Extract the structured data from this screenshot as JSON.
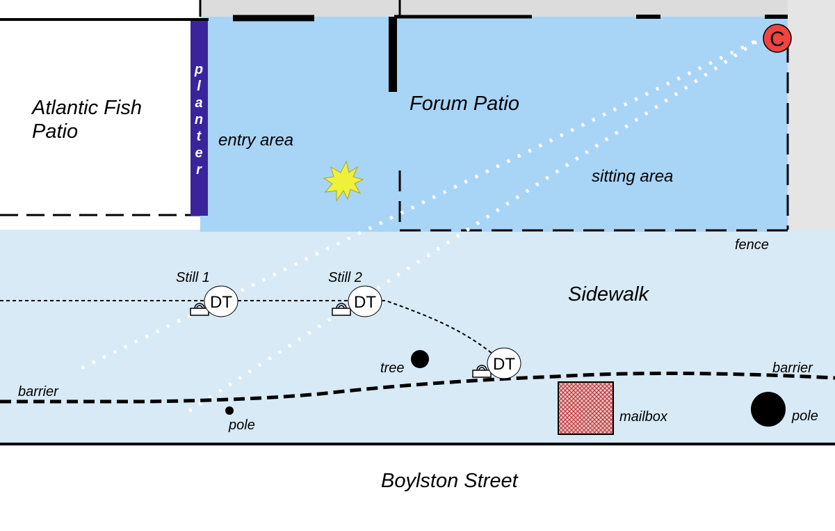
{
  "areas": {
    "atlantic_fish_patio": [
      "Atlantic Fish",
      "Patio"
    ],
    "planter": "planter",
    "entry_area": "entry area",
    "forum_patio": "Forum Patio",
    "sitting_area": "sitting area",
    "fence": "fence",
    "sidewalk": "Sidewalk",
    "street": "Boylston Street"
  },
  "objects": {
    "tree": "tree",
    "pole": "pole",
    "mailbox": "mailbox",
    "barrier": "barrier"
  },
  "markers": {
    "camera": "C",
    "detector": "DT",
    "still_1": "Still 1",
    "still_2": "Still 2"
  },
  "colors": {
    "patio_blue": "#a8d4f6",
    "sidewalk_blue": "#d7eaf5",
    "planter_purple": "#3a249c",
    "camera_red": "#ef4440",
    "blast_yellow": "#eef03a",
    "mailbox_red": "#c0292c"
  }
}
